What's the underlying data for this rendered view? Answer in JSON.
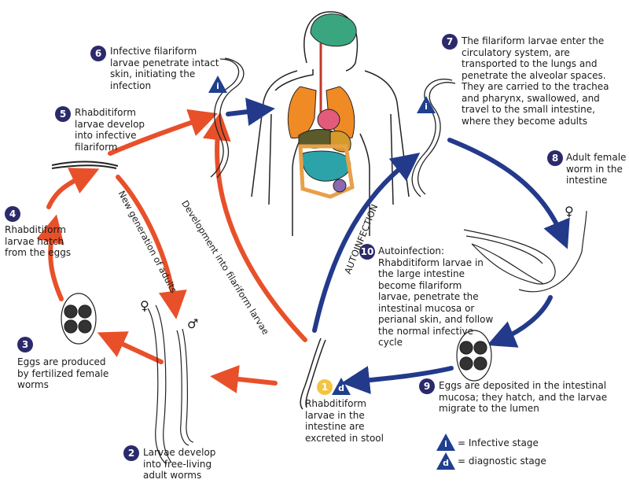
{
  "steps": [
    {
      "n": "1",
      "text": "Rhabditiform larvae in the intestine are excreted in stool"
    },
    {
      "n": "2",
      "text": "Larvae develop into free-living adult worms"
    },
    {
      "n": "3",
      "text": "Eggs are produced by fertilized female worms"
    },
    {
      "n": "4",
      "text": "Rhabditiform larvae hatch from the eggs"
    },
    {
      "n": "5",
      "text": "Rhabditiform larvae develop into infective filariform"
    },
    {
      "n": "6",
      "text": "Infective filariform larvae penetrate intact skin, initiating the infection"
    },
    {
      "n": "7",
      "text": "The filariform larvae enter the circulatory system, are transported to the lungs and penetrate the alveolar spaces. They are carried to the trachea and pharynx, swallowed, and travel to the small intestine, where they become adults"
    },
    {
      "n": "8",
      "text": "Adult female worm in the intestine"
    },
    {
      "n": "9",
      "text": "Eggs are deposited in the intestinal mucosa; they hatch, and the larvae migrate to the lumen"
    },
    {
      "n": "10",
      "text": "Autoinfection: Rhabditiform larvae in the large intestine become filariform larvae, penetrate the intestinal mucosa or perianal skin, and follow the normal infective cycle"
    }
  ],
  "arrow_labels": {
    "new_generation": "New generation of adults",
    "development": "Development into filariform larvae",
    "autoinfection": "AUTOINFECTION"
  },
  "legend": {
    "infective_symbol": "i",
    "infective_label": "= Infective stage",
    "diagnostic_symbol": "d",
    "diagnostic_label": "= diagnostic stage"
  },
  "sex_symbols": {
    "female": "♀",
    "male": "♂"
  },
  "colors": {
    "step_badge": "#2b2a6b",
    "badge_one": "#f4c542",
    "free_living_arrows": "#e8502a",
    "parasitic_arrows": "#233a8b",
    "stage_triangle": "#1f3f8f"
  }
}
